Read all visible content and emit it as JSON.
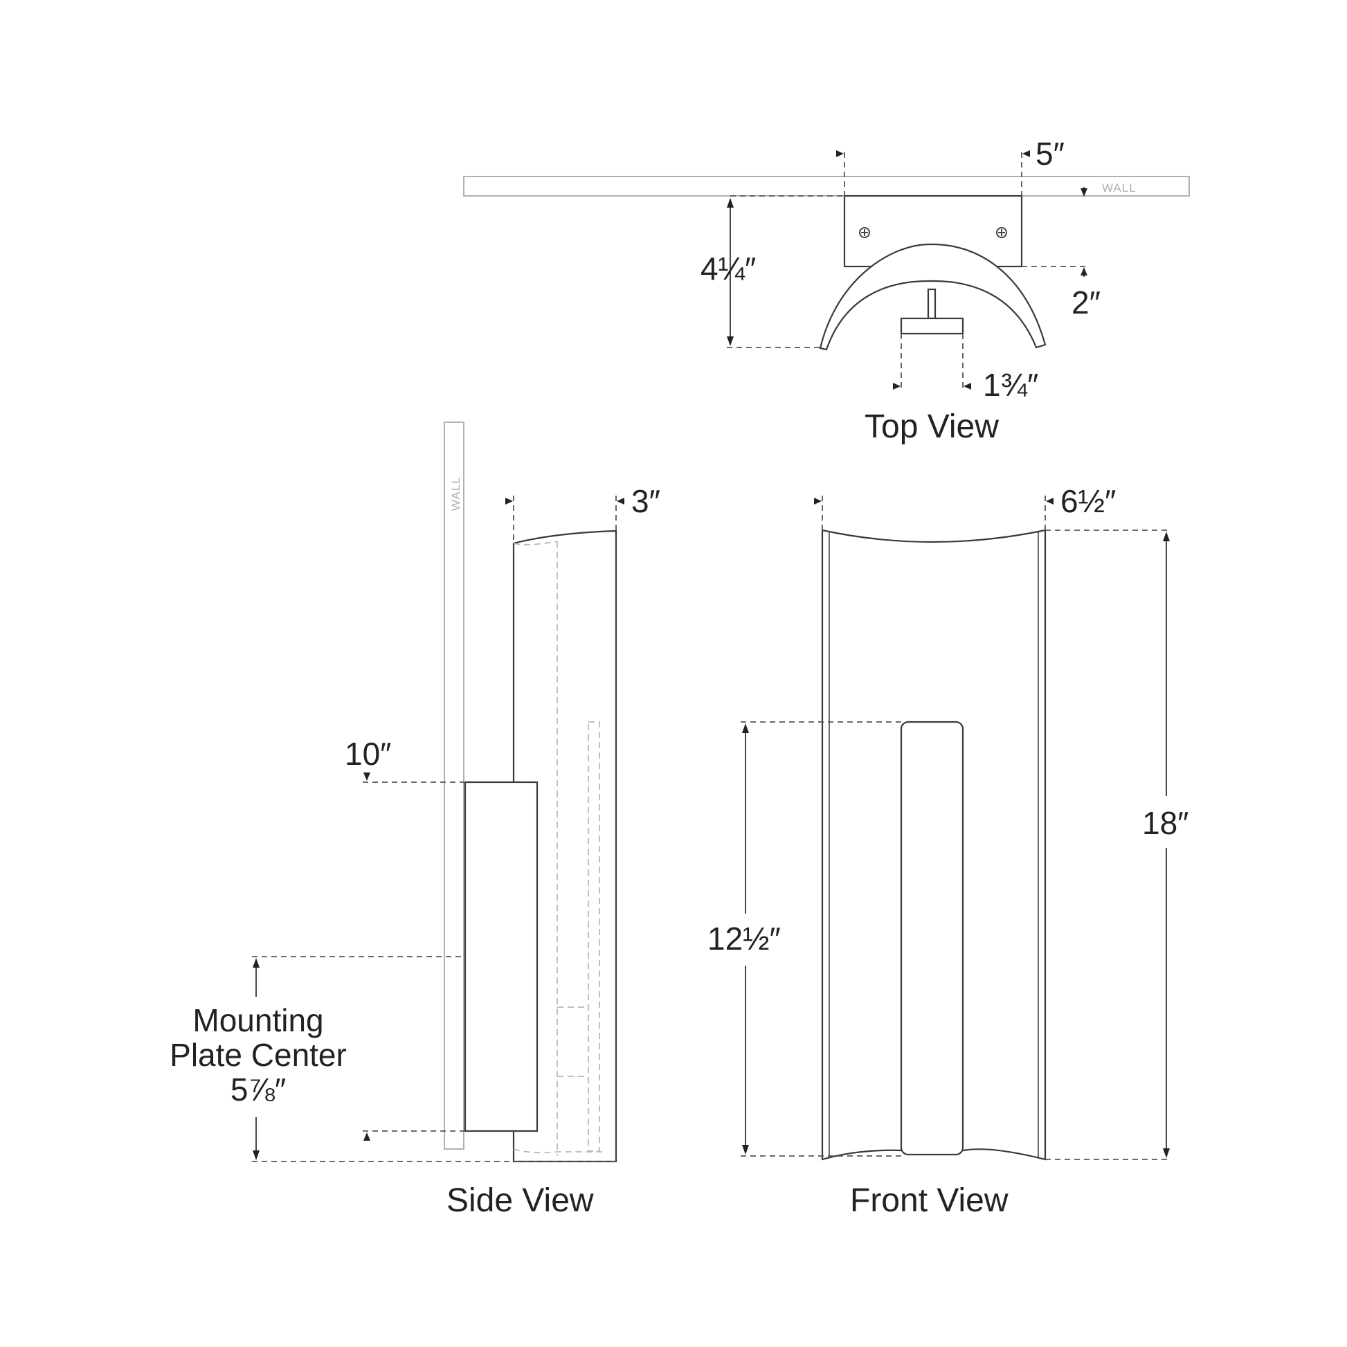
{
  "views": {
    "top": {
      "label": "Top View",
      "wall_label": "WALL"
    },
    "side": {
      "label": "Side View",
      "wall_label": "WALL"
    },
    "front": {
      "label": "Front View"
    }
  },
  "dimensions": {
    "top_width": "5″",
    "top_depth": "4¼″",
    "top_plate_depth": "2″",
    "top_stem_width": "1¾″",
    "side_depth": "3″",
    "side_plate_height": "10″",
    "mounting_label_line1": "Mounting",
    "mounting_label_line2": "Plate Center",
    "mounting_value": "5⅞″",
    "front_width": "6½″",
    "front_height": "18″",
    "front_diffuser_height": "12½″"
  }
}
